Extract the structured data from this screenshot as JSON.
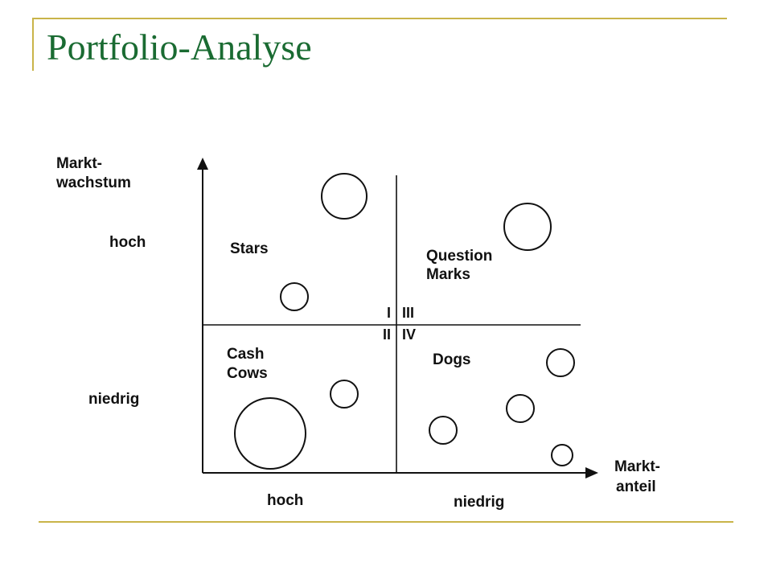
{
  "slide": {
    "title": "Portfolio-Analyse"
  },
  "diagram": {
    "y_axis": {
      "label_line1": "Markt-",
      "label_line2": "wachstum",
      "level_high": "hoch",
      "level_low": "niedrig"
    },
    "x_axis": {
      "label_line1": "Markt-",
      "label_line2": "anteil",
      "level_high": "hoch",
      "level_low": "niedrig"
    },
    "quadrants": {
      "stars": "Stars",
      "question_marks_line1": "Question",
      "question_marks_line2": "Marks",
      "cash_cows_line1": "Cash",
      "cash_cows_line2": "Cows",
      "dogs": "Dogs"
    },
    "quadrant_numbers": {
      "q1": "I",
      "q2": "II",
      "q3": "III",
      "q4": "IV"
    },
    "colors": {
      "title": "#1a6b32",
      "accent_lines": "#c9b449",
      "diagram_ink": "#111111"
    }
  }
}
